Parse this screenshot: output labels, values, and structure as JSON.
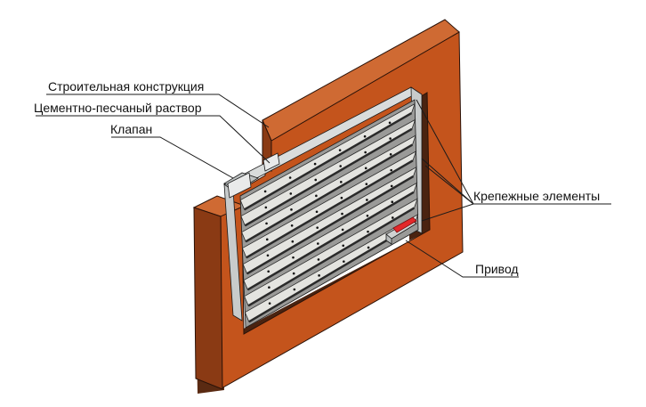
{
  "labels": {
    "structure": "Строительная конструкция",
    "mortar": "Цементно-песчаный раствор",
    "valve": "Клапан",
    "fasteners": "Крепежные элементы",
    "drive": "Привод"
  },
  "colors": {
    "wall_front": "#c4541c",
    "wall_side": "#5a2a12",
    "wall_top": "#cf6a33",
    "frame": "#d9dcdc",
    "blade": "#e4e4e0",
    "blade_edge": "#2a2a2a",
    "actuator": "#e3282a",
    "line": "#1a1a1a"
  },
  "icons": {
    "fastener": "rivet-dot"
  }
}
